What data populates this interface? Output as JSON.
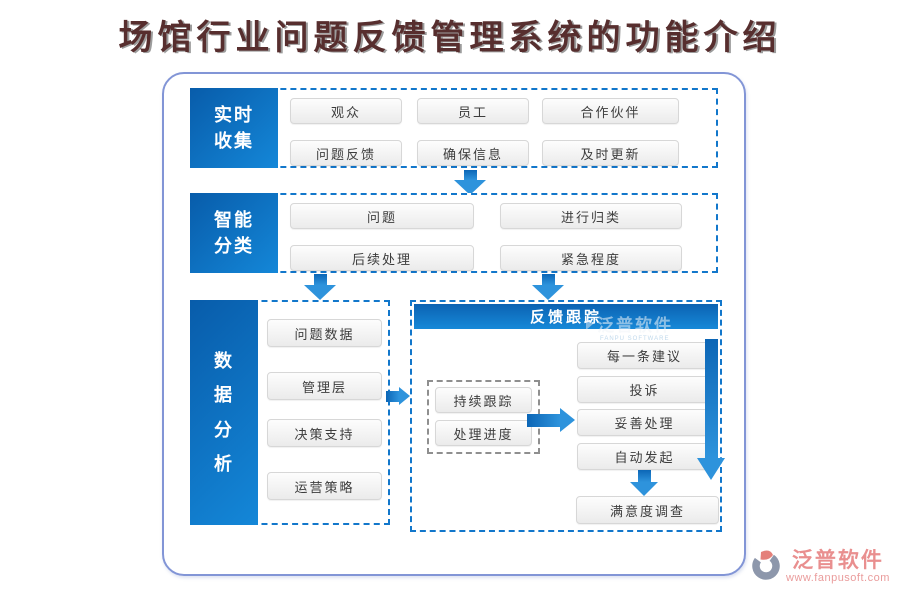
{
  "page": {
    "title": "场馆行业问题反馈管理系统的功能介绍"
  },
  "sections": {
    "collect": {
      "label_lines": [
        "实时",
        "收集"
      ],
      "items": [
        "观众",
        "员工",
        "合作伙伴",
        "问题反馈",
        "确保信息",
        "及时更新"
      ]
    },
    "classify": {
      "label_lines": [
        "智能",
        "分类"
      ],
      "items": [
        "问题",
        "进行归类",
        "后续处理",
        "紧急程度"
      ]
    },
    "analysis": {
      "label_chars": [
        "数",
        "据",
        "分",
        "析"
      ],
      "items": [
        "问题数据",
        "管理层",
        "决策支持",
        "运营策略"
      ]
    },
    "tracking": {
      "header": "反馈跟踪",
      "left_items": [
        "持续跟踪",
        "处理进度"
      ],
      "right_items": [
        "每一条建议",
        "投诉",
        "妥善处理",
        "自动发起"
      ],
      "bottom_item": "满意度调查"
    }
  },
  "watermark": {
    "text": "泛普软件",
    "subtext": "FANPU SOFTWARE"
  },
  "logo": {
    "name": "泛普软件",
    "url": "www.fanpusoft.com"
  },
  "colors": {
    "accent_blue": "#1277cb",
    "label_blue_dark": "#085caa",
    "label_blue_light": "#1487d8",
    "title_maroon": "#572e2e",
    "logo_pink": "#e98f8f",
    "logo_gray": "#8d97ab"
  }
}
